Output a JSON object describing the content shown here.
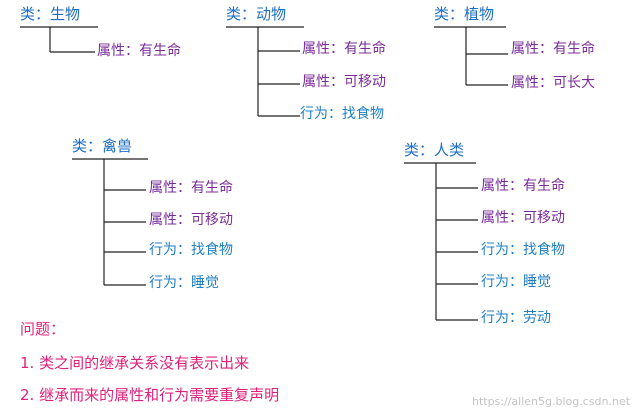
{
  "classes": [
    {
      "title": "类：生物",
      "items": [
        {
          "kind": "attr",
          "text": "属性：有生命"
        }
      ]
    },
    {
      "title": "类：动物",
      "items": [
        {
          "kind": "attr",
          "text": "属性：有生命"
        },
        {
          "kind": "attr",
          "text": "属性：可移动"
        },
        {
          "kind": "beh",
          "text": "行为：找食物"
        }
      ]
    },
    {
      "title": "类：植物",
      "items": [
        {
          "kind": "attr",
          "text": "属性：有生命"
        },
        {
          "kind": "attr",
          "text": "属性：可长大"
        }
      ]
    },
    {
      "title": "类：禽兽",
      "items": [
        {
          "kind": "attr",
          "text": "属性：有生命"
        },
        {
          "kind": "attr",
          "text": "属性：可移动"
        },
        {
          "kind": "beh",
          "text": "行为：找食物"
        },
        {
          "kind": "beh",
          "text": "行为：睡觉"
        }
      ]
    },
    {
      "title": "类：人类",
      "items": [
        {
          "kind": "attr",
          "text": "属性：有生命"
        },
        {
          "kind": "attr",
          "text": "属性：可移动"
        },
        {
          "kind": "beh",
          "text": "行为：找食物"
        },
        {
          "kind": "beh",
          "text": "行为：睡觉"
        },
        {
          "kind": "beh",
          "text": "行为：劳动"
        }
      ]
    }
  ],
  "problems": {
    "heading": "问题：",
    "items": [
      "1.  类之间的继承关系没有表示出来",
      "2.  继承而来的属性和行为需要重复声明"
    ]
  },
  "watermark": "https://allen5g.blog.csdn.net",
  "colors": {
    "class_title": "#1f6fc4",
    "attribute": "#7b2c9a",
    "behavior": "#1f7fc4",
    "problem": "#e0217a"
  }
}
